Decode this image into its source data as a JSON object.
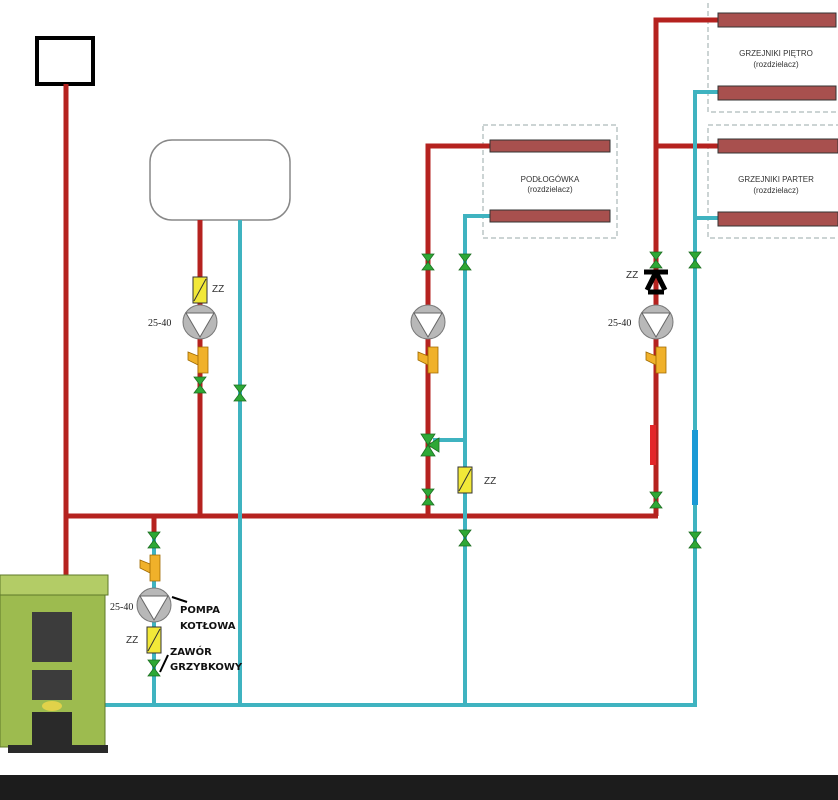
{
  "colors": {
    "supply": "#b5221f",
    "return": "#3fb3c0",
    "valve": "#2ea836",
    "filter": "#f0b12a",
    "check_valve": "#f2e838",
    "radiator": "#a8504e",
    "pump": "#b8b8b8"
  },
  "labels": {
    "zz": "ZZ",
    "pump_model": "25-40",
    "boiler_pump": [
      "POMPA",
      "KOTŁOWA"
    ],
    "mushroom_valve": [
      "ZAWÓR",
      "GRZYBKOWY"
    ]
  },
  "zones": {
    "floor": {
      "title": "PODŁOGÓWKA",
      "subtitle": "(rozdzielacz)"
    },
    "upstairs": {
      "title": "GRZEJNIKI PIĘTRO",
      "subtitle": "(rozdzielacz)"
    },
    "ground": {
      "title": "GRZEJNIKI PARTER",
      "subtitle": "(rozdzielacz)"
    }
  }
}
